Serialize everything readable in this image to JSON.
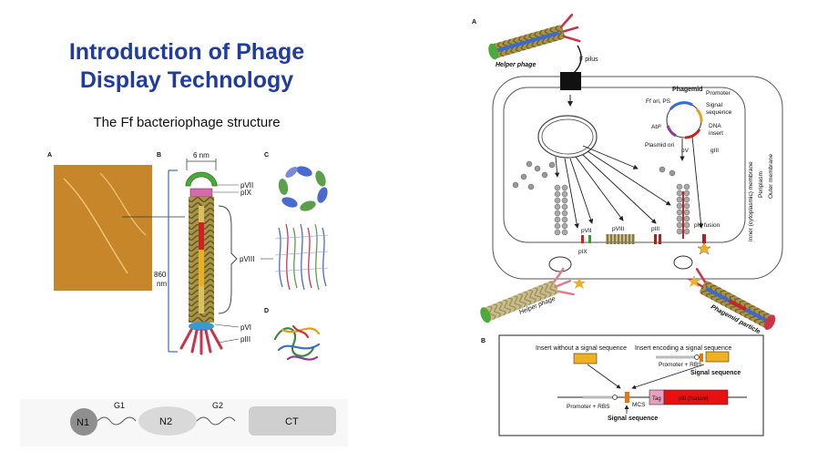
{
  "slide": {
    "title_line1": "Introduction of Phage",
    "title_line2": "Display Technology",
    "subtitle": "The Ff bacteriophage structure"
  },
  "left_figure": {
    "panel_a": "A",
    "panel_b": "B",
    "panel_c": "C",
    "panel_d": "D",
    "width_label": "6 nm",
    "length_value": "860",
    "length_unit": "nm",
    "proteins": [
      "pVII",
      "pIX",
      "pVIII",
      "pVI",
      "pIII"
    ]
  },
  "domain_bar": {
    "domains": [
      "N1",
      "N2",
      "CT"
    ],
    "linkers": [
      "G1",
      "G2"
    ]
  },
  "right_figure": {
    "panel_a": "A",
    "panel_b": "B",
    "helper_phage": "Helper phage",
    "f_pilus": "F pilus",
    "phagemid_title": "Phagemid",
    "ff_ori": "Ff ori, PS",
    "promoter": "Promoter",
    "signal_seq_1": "Signal",
    "signal_seq_2": "sequence",
    "dna_insert_1": "DNA",
    "dna_insert_2": "insert",
    "ab_label": "Abᴿ",
    "plasmid_ori": "Plasmid ori",
    "giii": "gIII",
    "pv": "pV",
    "pvii": "pVII",
    "pix": "pIX",
    "pviii": "pVIII",
    "piii": "pIII",
    "piii_fusion": "pIII fusion",
    "inner_membrane": "Inner (cytoplasmic) membrane",
    "periplasm": "Periplasm",
    "outer_membrane": "Outer membrane",
    "helper_phage_bottom": "Helper phage",
    "phagemid_particle": "Phagemid particle"
  },
  "panel_b": {
    "insert_no_signal": "Insert without a signal sequence",
    "insert_with_signal": "Insert encoding a signal sequence",
    "promoter_rbs_top": "Promoter + RBS",
    "signal_sequence_top": "Signal sequence",
    "promoter_rbs_bottom": "Promoter + RBS",
    "mcs": "MCS",
    "tag": "Tag",
    "piii_mature": "pIII (mature)",
    "signal_sequence_bottom": "Signal sequence"
  },
  "colors": {
    "title": "#1f3c9e",
    "afm_background": "#c8862a",
    "phage_coat": "#a89447",
    "accent_red": "#cc2222",
    "accent_orange": "#e07a10",
    "accent_pink": "#e8a0c0",
    "domain_grey": "#cfcfcf"
  }
}
